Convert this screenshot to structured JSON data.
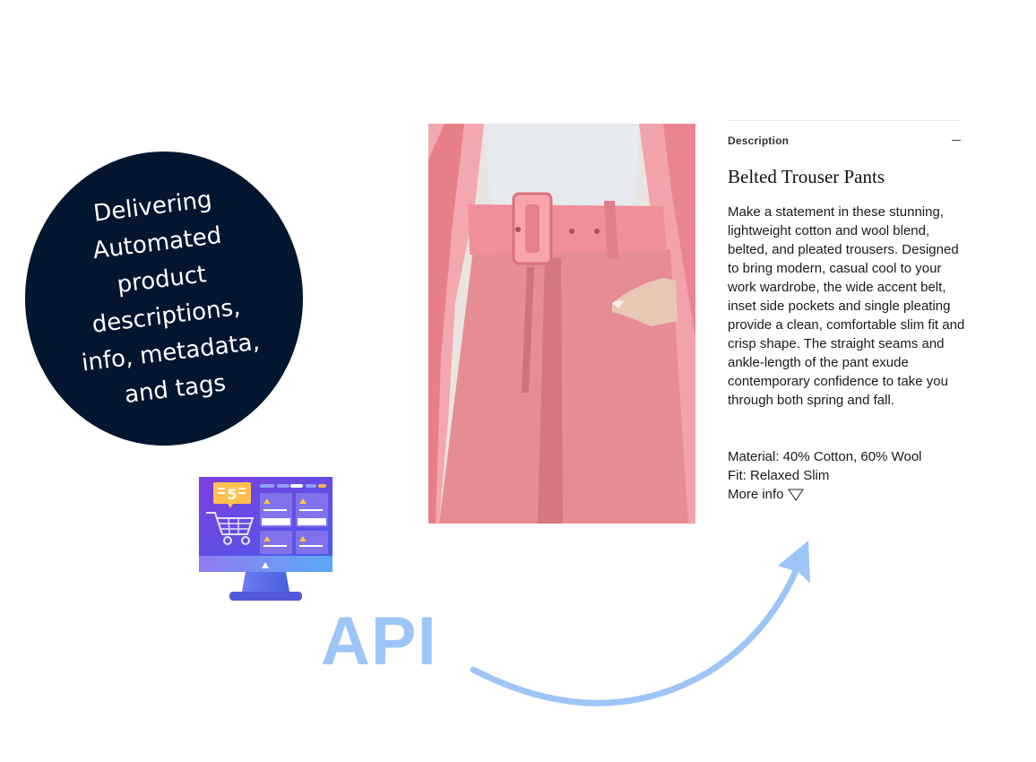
{
  "headline": {
    "lines": [
      "Delivering",
      "Automated",
      "product",
      "descriptions,",
      "info, metadata,",
      "and tags"
    ]
  },
  "product": {
    "section_label": "Description",
    "title": "Belted Trouser Pants",
    "description": "Make a statement in these stunning, lightweight cotton and wool blend, belted, and pleated trousers. Designed to bring modern, casual cool to your work wardrobe, the wide accent belt, inset side pockets and single pleating provide a clean, comfortable slim fit and crisp shape. The straight seams and ankle-length of the pant exude contemporary confidence to take you through both spring and fall.",
    "material": "Material: 40% Cotton, 60% Wool",
    "fit": "Fit: Relaxed Slim",
    "more_info": "More info"
  },
  "monitor": {
    "badge_number": "5"
  },
  "api_label": "API",
  "icons": {
    "collapse": "minus-icon",
    "more_info": "triangle-down-icon",
    "monitor": "shopping-cart-monitor-icon",
    "arrow": "curved-arrow-icon"
  },
  "colors": {
    "circle": "#03162f",
    "api": "#9ec5f7",
    "arrow": "#9ec5f7",
    "pants": "#e58c95",
    "monitor_screen": "#6a47d6"
  }
}
